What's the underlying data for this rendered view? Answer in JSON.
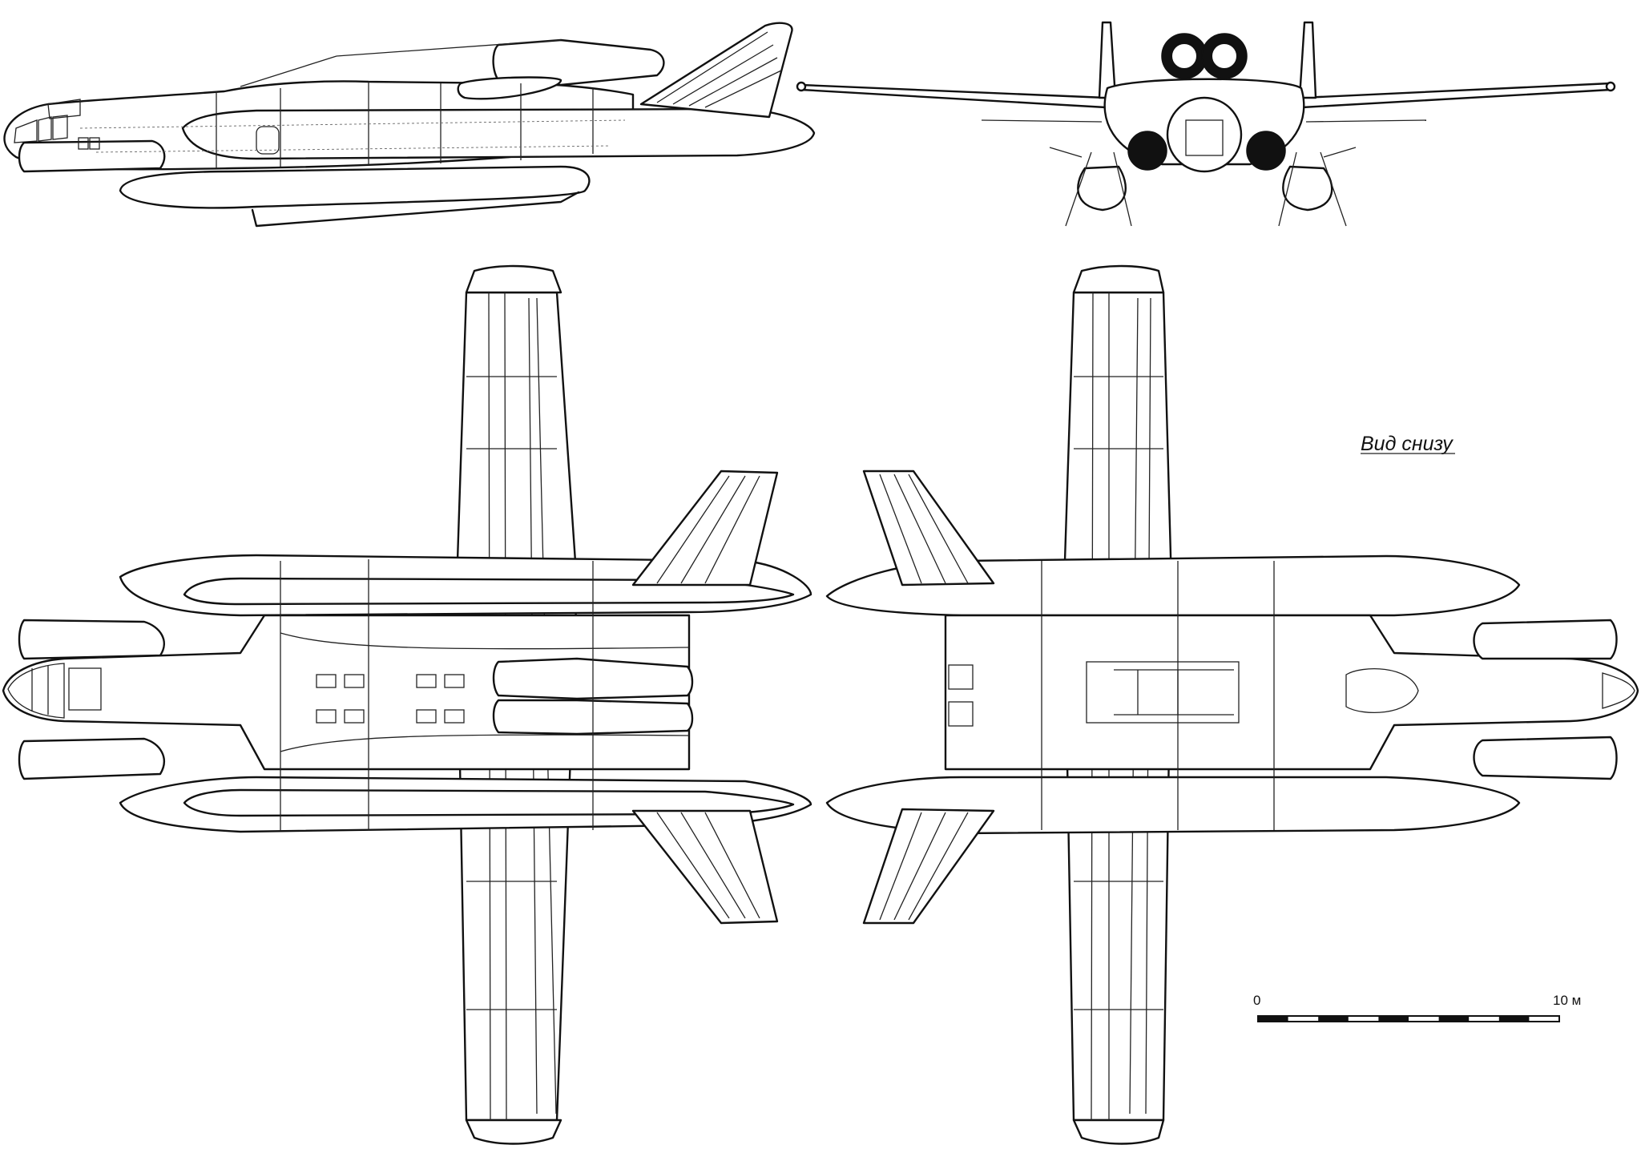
{
  "views": {
    "bottom_view_label": "Вид снизу"
  },
  "scale": {
    "start_label": "0",
    "end_label": "10 м",
    "segments": 10
  },
  "colors": {
    "line": "#111111",
    "background": "#ffffff"
  }
}
